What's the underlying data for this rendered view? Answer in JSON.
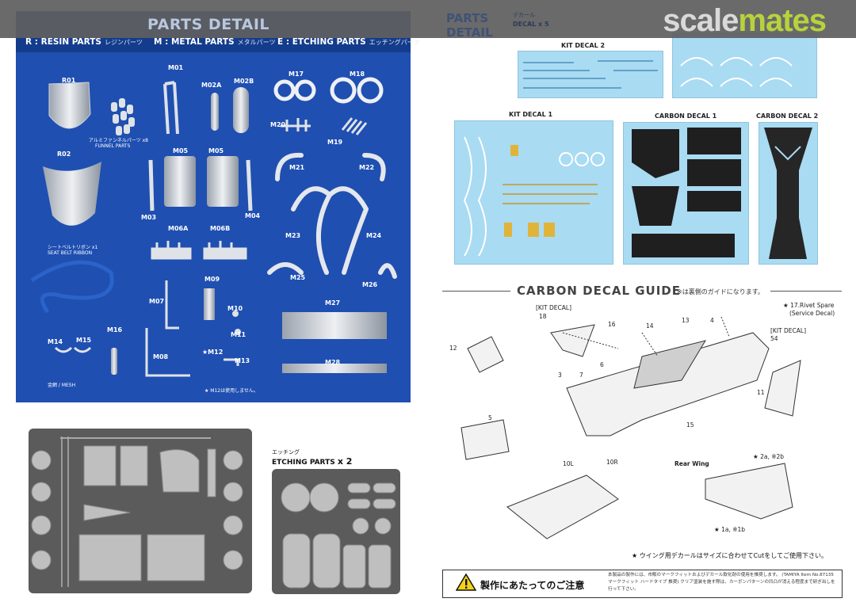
{
  "header": {
    "logo_part1": "scale",
    "logo_part2": "mates"
  },
  "left": {
    "title": "PARTS DETAIL",
    "legend": [
      {
        "code": "R",
        "label": "RESIN PARTS",
        "jp": "レジンパーツ"
      },
      {
        "code": "M",
        "label": "METAL PARTS",
        "jp": "メタルパーツ"
      },
      {
        "code": "E",
        "label": "ETCHING PARTS",
        "jp": "エッチングパーツ"
      }
    ],
    "funnel_jp": "アルミファンネルパーツ x8",
    "funnel_en": "FUNNEL PARTS",
    "belt_jp": "シートベルトリボン x1",
    "belt_en": "SEAT BELT RIBBON",
    "mesh_jp": "金網 / MESH",
    "m12_note": "★ M12は使用しません。",
    "labels": {
      "R01": "R01",
      "R02": "R02",
      "M01": "M01",
      "M02A": "M02A",
      "M02B": "M02B",
      "M17": "M17",
      "M18": "M18",
      "M20": "M20",
      "M19": "M19",
      "M05a": "M05",
      "M05b": "M05",
      "M03": "M03",
      "M04": "M04",
      "M21": "M21",
      "M22": "M22",
      "M23": "M23",
      "M24": "M24",
      "M25": "M25",
      "M26": "M26",
      "M06A": "M06A",
      "M06B": "M06B",
      "M09": "M09",
      "M07": "M07",
      "M10": "M10",
      "M11": "M11",
      "M27": "M27",
      "M14": "M14",
      "M15": "M15",
      "M16": "M16",
      "M08": "M08",
      "M12": "★M12",
      "M13": "M13",
      "M28": "M28"
    }
  },
  "right": {
    "title_line1": "PARTS",
    "title_line2": "DETAIL",
    "decal_jp": "デカール",
    "decal_count": "DECAL x 5",
    "kit_decal_2": "KIT DECAL 2",
    "kit_decal_1": "KIT DECAL 1",
    "carbon_decal_1": "CARBON DECAL 1",
    "carbon_decal_2": "CARBON DECAL 2",
    "guide_title": "CARBON DECAL GUIDE",
    "guide_note": "※は裏側のガイドになります。",
    "rivet_note_1": "★ 17.Rivet Spare",
    "rivet_note_2": "(Service Decal)",
    "kit_decal_tag": "[KIT DECAL]",
    "kit_decal_tag2": "[KIT DECAL]",
    "nums": [
      "18",
      "16",
      "14",
      "13",
      "4",
      "54",
      "12",
      "3",
      "7",
      "6",
      "11",
      "15",
      "5",
      "10L",
      "10R"
    ],
    "rear_wing": "Rear Wing",
    "wing_top": "★ 2a, ※2b",
    "wing_bottom": "★ 1a, ※1b",
    "wing_note": "★ ウイング用デカールはサイズに合わせてCutをしてご使用下さい。",
    "caution_title": "製作にあたってのご注意",
    "caution_text": "本製品の製作には、市販のマークフィットおよびデカール軟化剤の使用を推奨します。 (TAMIYA Item No.87135 マークフィット ハードタイプ 推奨) クリア塗装を施す際は、カーボンパターンの凹凸が消える程度まで研ぎ出しを行って下さい。"
  },
  "etching": {
    "jp": "エッチング",
    "title": "ETCHING PARTS",
    "count": "x 2"
  }
}
